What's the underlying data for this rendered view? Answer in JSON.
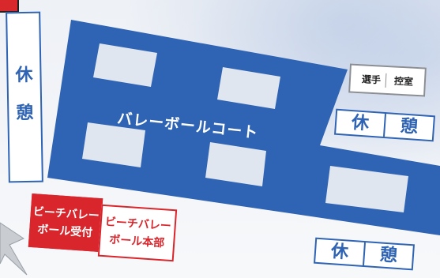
{
  "court": {
    "label": "バレーボールコート",
    "color": "#2f63b3",
    "subcourt_color": "#dfe6f0",
    "subcourt_count": 5
  },
  "rest_areas": {
    "left": {
      "char1": "休",
      "char2": "憩"
    },
    "right": {
      "char1": "休",
      "char2": "憩"
    },
    "bottom": {
      "char1": "休",
      "char2": "憩"
    }
  },
  "locker_room": {
    "part1": "選手",
    "part2": "控室"
  },
  "beach_volley_reception": {
    "line1": "ビーチバレー",
    "line2": "ボール受付"
  },
  "beach_volley_hq": {
    "line1": "ビーチバレー",
    "line2": "ボール本部"
  },
  "colors": {
    "accent_red": "#d8262c",
    "accent_blue": "#2f63b3"
  }
}
